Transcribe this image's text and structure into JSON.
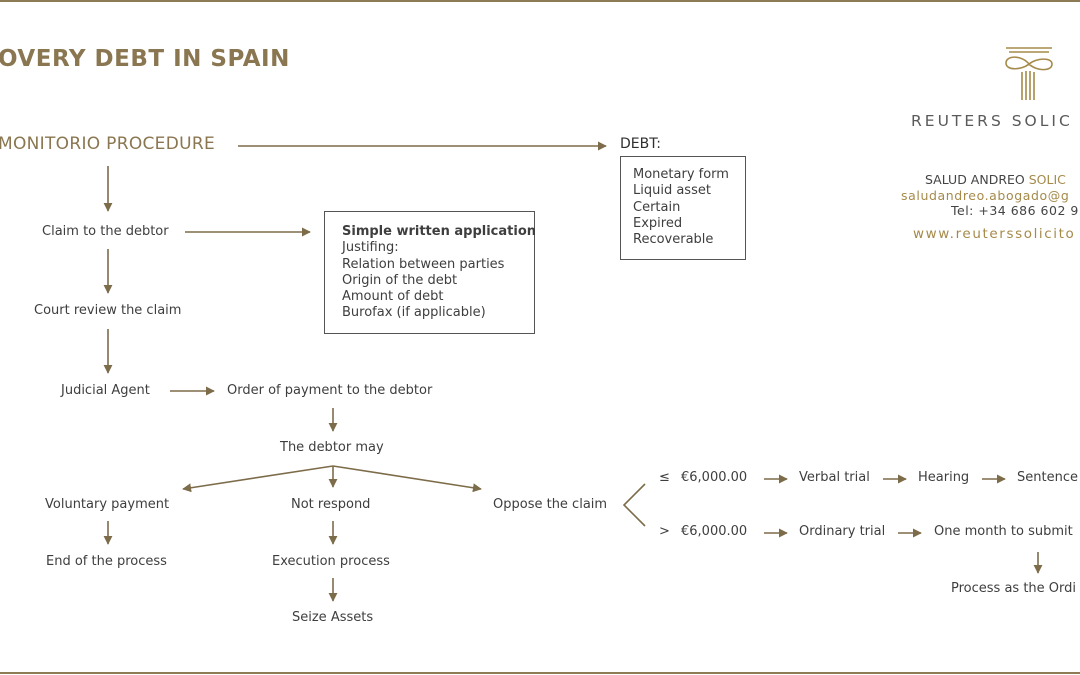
{
  "title": "OVERY DEBT IN SPAIN",
  "procedure": "MONITORIO PROCEDURE",
  "colors": {
    "accent": "#8a7650",
    "rule": "#8d7b55",
    "text": "#3e3e3e"
  },
  "logo": {
    "icon": "pillar-logo-icon",
    "name": "REUTERS SOLIC"
  },
  "contact": {
    "name_prefix": "SALUD ANDREO ",
    "name_highlight": "SOLIC",
    "email": "saludandreo.abogado@g",
    "phone": "Tel: +34 686 602 9",
    "website": "www.reuterssolicito"
  },
  "debt": {
    "label": "DEBT:",
    "items": [
      "Monetary form",
      "Liquid asset",
      "Certain",
      "Expired",
      "Recoverable"
    ]
  },
  "application": {
    "title": "Simple written application",
    "items": [
      "Justifing:",
      "Relation between parties",
      "Origin of the debt",
      "Amount of debt",
      "Burofax (if applicable)"
    ]
  },
  "steps": {
    "claim": "Claim to the debtor",
    "court": "Court review the claim",
    "agent": "Judicial Agent",
    "order": "Order of payment to the debtor",
    "may": "The debtor may",
    "voluntary": "Voluntary payment",
    "end": "End of the process",
    "not_respond": "Not respond",
    "execution": "Execution process",
    "seize": "Seize Assets",
    "oppose": "Oppose the claim"
  },
  "branches": {
    "low": {
      "symbol": "≤",
      "amount": "€6,000.00",
      "trial": "Verbal trial",
      "step": "Hearing",
      "result": "Sentence"
    },
    "high": {
      "symbol": ">",
      "amount": "€6,000.00",
      "trial": "Ordinary trial",
      "step": "One month to submit",
      "result": "Process as the Ordi"
    }
  }
}
